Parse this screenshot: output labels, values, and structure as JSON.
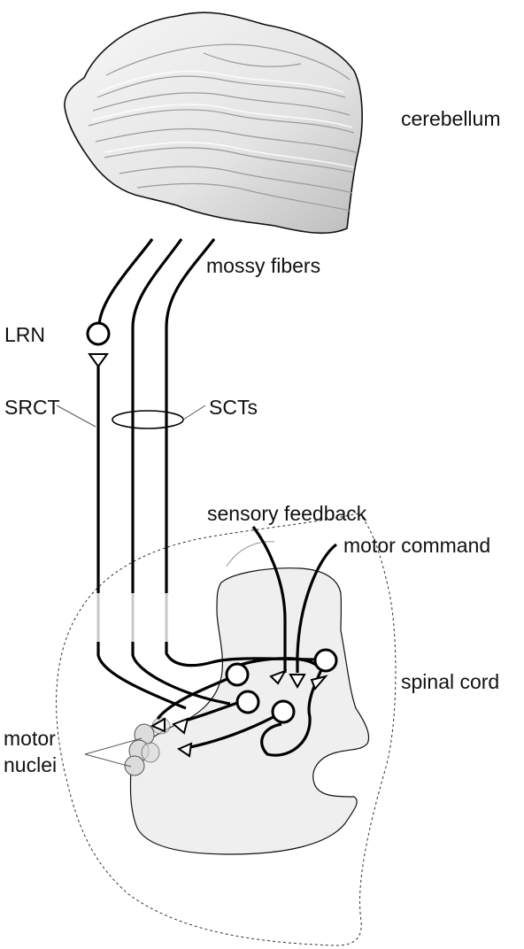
{
  "labels": {
    "cerebellum": "cerebellum",
    "mossy_fibers": "mossy fibers",
    "lrn": "LRN",
    "srct": "SRCT",
    "scts": "SCTs",
    "sensory_feedback": "sensory feedback",
    "motor_command": "motor command",
    "spinal_cord": "spinal cord",
    "motor_nuclei_line1": "motor",
    "motor_nuclei_line2": "nuclei"
  },
  "colors": {
    "stroke": "#000000",
    "cerebellum_fill": "#e6e6e6",
    "gray_matter_fill": "#efefef",
    "nuclei_fill": "#dcdcdc"
  }
}
